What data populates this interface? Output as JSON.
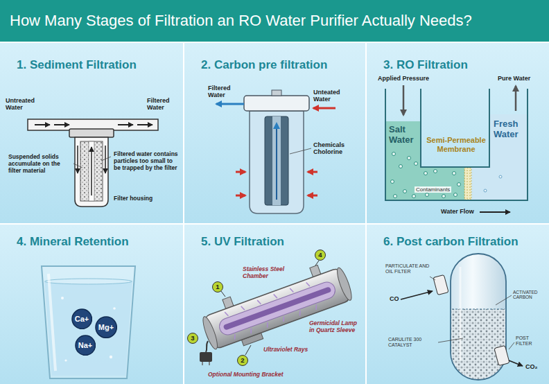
{
  "diagram": {
    "title": "How Many Stages of Filtration an RO Water Purifier Actually Needs?",
    "nodes": [
      {
        "text": [
          "1. Sediment Filtration"
        ]
      },
      {
        "text": [
          "2. Carbon pre filtration"
        ]
      },
      {
        "text": [
          "3. RO Filtration"
        ]
      },
      {
        "text": [
          "4. Mineral Retention"
        ]
      },
      {
        "text": [
          "Ca+"
        ],
        "in": 3
      },
      {
        "text": [
          "Mg+"
        ],
        "in": 3
      },
      {
        "text": [
          "Na+"
        ],
        "in": 3
      },
      {
        "text": [
          "5. UV Filtration"
        ]
      },
      {
        "text": [
          "6. Post carbon Filtration"
        ]
      }
    ],
    "labels": [
      "Untreated Water",
      "Filtered Water",
      "Suspended solids accumulate on the filter material",
      "Filtered water contains particles too small to be trapped by the filter",
      "Filter housing",
      "Filtered Water",
      "Unteated Water",
      "Chemicals Cholorine",
      "Applied Pressure",
      "Pure Water",
      "Salt Water",
      "Fresh Water",
      "Semi-Permeable Membrane",
      "Contaminants",
      "Water Flow",
      "4",
      "Stainless Steel Chamber",
      "1",
      "Germicidal Lamp in Quartz Sleeve",
      "3",
      "Ultraviolet Rays",
      "2",
      "Optional Mounting Bracket",
      "PARTICULATE AND OIL FILTER",
      "CO",
      "ACTIVATED CARBON",
      "CARULITE 300 CATALYST",
      "POST FILTER",
      "CO₂"
    ]
  }
}
